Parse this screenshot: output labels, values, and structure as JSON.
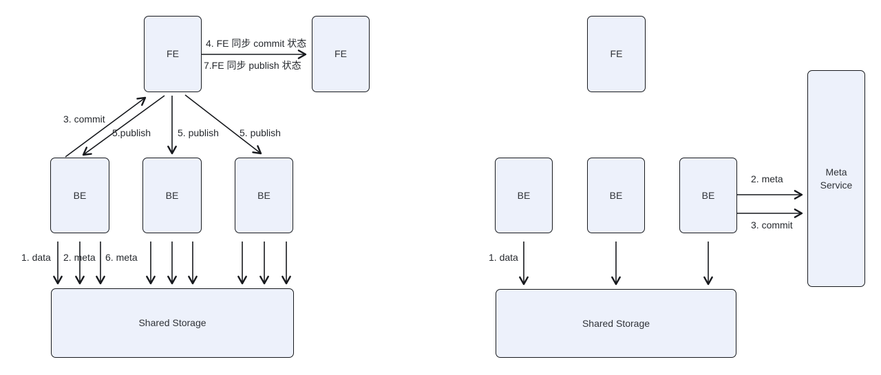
{
  "colors": {
    "node_fill": "#edf1fb",
    "node_stroke": "#17191d",
    "arrow": "#17191d",
    "text": "#2f3237",
    "background": "#ffffff"
  },
  "left_diagram": {
    "fe_top": {
      "label": "FE"
    },
    "fe_right": {
      "label": "FE"
    },
    "be_nodes": [
      "BE",
      "BE",
      "BE"
    ],
    "storage": {
      "label": "Shared Storage"
    },
    "edge_labels": {
      "sync_commit": "4. FE 同步 commit 状态",
      "sync_publish": "7.FE 同步 publish 状态",
      "commit": "3. commit",
      "publish_1": "5.publish",
      "publish_2": "5. publish",
      "publish_3": "5. publish",
      "data": "1. data",
      "meta_2": "2. meta",
      "meta_6": "6. meta"
    }
  },
  "right_diagram": {
    "fe_top": {
      "label": "FE"
    },
    "be_nodes": [
      "BE",
      "BE",
      "BE"
    ],
    "meta_service": {
      "label": "Meta Service"
    },
    "storage": {
      "label": "Shared Storage"
    },
    "edge_labels": {
      "data": "1. data",
      "meta": "2. meta",
      "commit": "3. commit"
    }
  }
}
